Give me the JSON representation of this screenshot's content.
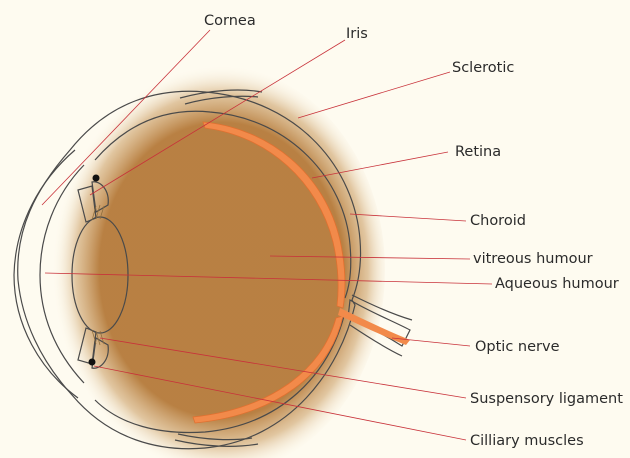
{
  "labels": {
    "cornea": "Cornea",
    "iris": "Iris",
    "sclerotic": "Sclerotic",
    "retina": "Retina",
    "choroid": "Choroid",
    "vitreous": "vitreous humour",
    "aqueous": "Aqueous humour",
    "optic_nerve": "Optic nerve",
    "suspensory": "Suspensory ligament",
    "ciliary": "Cilliary muscles"
  },
  "colors": {
    "background": "#fefbf0",
    "glow": "#b57a3a",
    "outline": "#4a4a4a",
    "retina": "#f28a4a",
    "leader": "#c8323a",
    "text": "#2b2b2b"
  }
}
